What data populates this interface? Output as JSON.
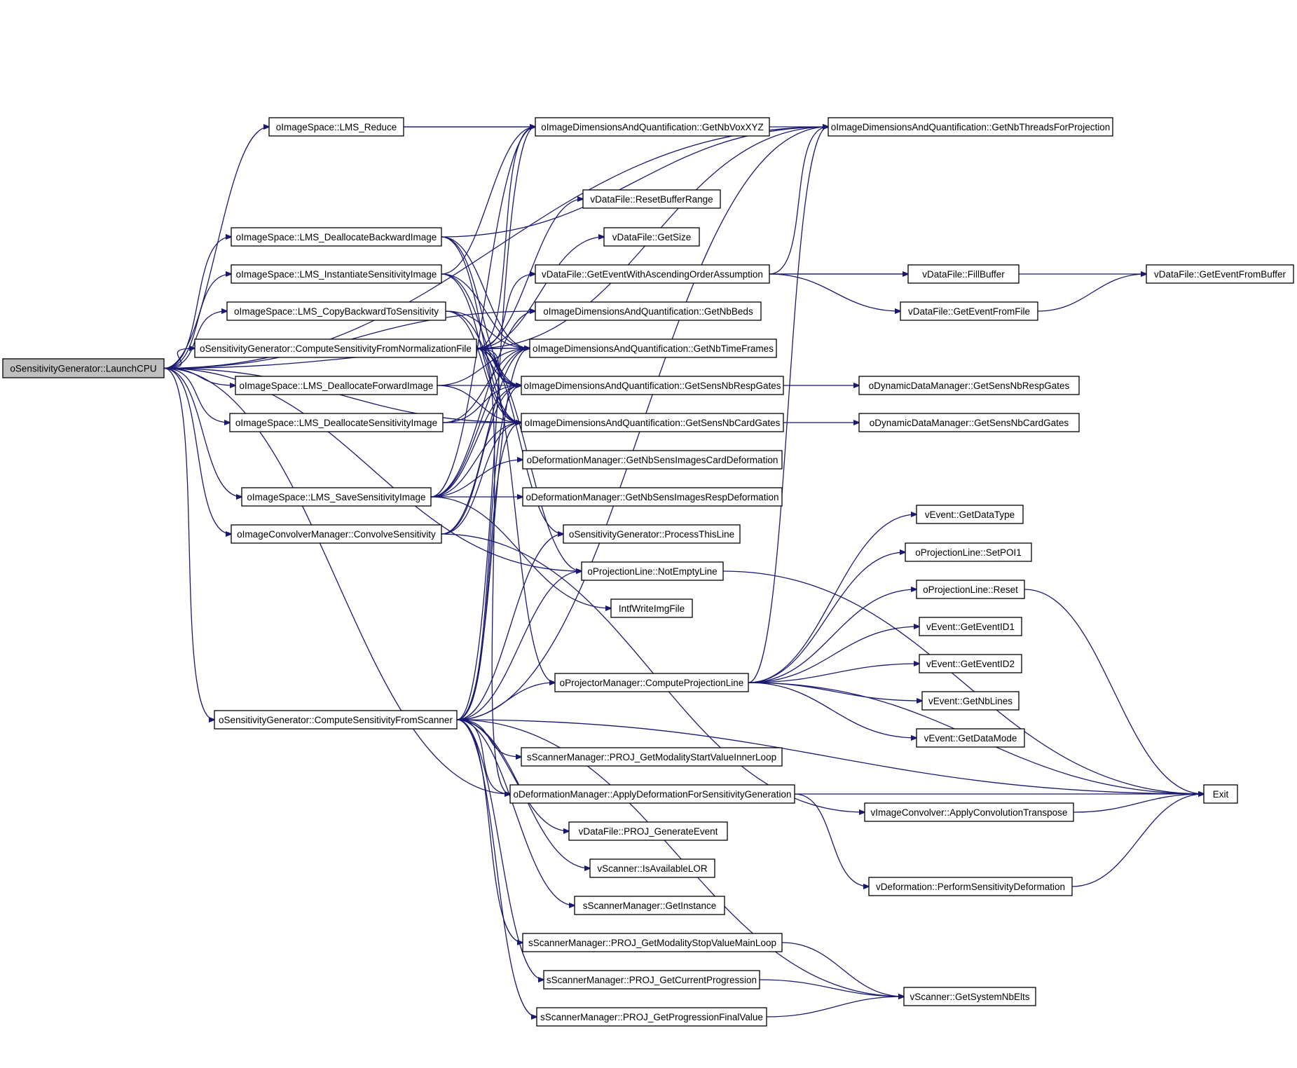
{
  "colors": {
    "edge": "#191970",
    "root_fill": "#bfbfbf",
    "node_fill": "#ffffff",
    "node_border_normal": "#000000",
    "node_border_truncated": "#ff0000"
  },
  "graph": {
    "nodes": [
      {
        "id": "n_launch",
        "label": "oSensitivityGenerator::LaunchCPU",
        "root": true
      },
      {
        "id": "n_lmsreduce",
        "label": "oImageSpace::LMS_Reduce"
      },
      {
        "id": "n_deallocback",
        "label": "oImageSpace::LMS_DeallocateBackwardImage"
      },
      {
        "id": "n_instsens",
        "label": "oImageSpace::LMS_InstantiateSensitivityImage"
      },
      {
        "id": "n_copyback",
        "label": "oImageSpace::LMS_CopyBackwardToSensitivity"
      },
      {
        "id": "n_compnorm",
        "label": "oSensitivityGenerator::ComputeSensitivityFromNormalizationFile"
      },
      {
        "id": "n_deallocfwd",
        "label": "oImageSpace::LMS_DeallocateForwardImage"
      },
      {
        "id": "n_deallocsens",
        "label": "oImageSpace::LMS_DeallocateSensitivityImage"
      },
      {
        "id": "n_savesens",
        "label": "oImageSpace::LMS_SaveSensitivityImage"
      },
      {
        "id": "n_convsens",
        "label": "oImageConvolverManager::ConvolveSensitivity"
      },
      {
        "id": "n_compscan",
        "label": "oSensitivityGenerator::ComputeSensitivityFromScanner"
      },
      {
        "id": "n_nbvox",
        "label": "oImageDimensionsAndQuantification::GetNbVoxXYZ"
      },
      {
        "id": "n_nbthreads",
        "label": "oImageDimensionsAndQuantification::GetNbThreadsForProjection"
      },
      {
        "id": "n_resetbuf",
        "label": "vDataFile::ResetBufferRange"
      },
      {
        "id": "n_getsize",
        "label": "vDataFile::GetSize"
      },
      {
        "id": "n_geteventasc",
        "label": "vDataFile::GetEventWithAscendingOrderAssumption"
      },
      {
        "id": "n_fillbuffer",
        "label": "vDataFile::FillBuffer"
      },
      {
        "id": "n_geteventfrombuf",
        "label": "vDataFile::GetEventFromBuffer"
      },
      {
        "id": "n_geteventfromfile",
        "label": "vDataFile::GetEventFromFile"
      },
      {
        "id": "n_nbbeds",
        "label": "oImageDimensionsAndQuantification::GetNbBeds"
      },
      {
        "id": "n_nbtimeframes",
        "label": "oImageDimensionsAndQuantification::GetNbTimeFrames"
      },
      {
        "id": "n_sensresp",
        "label": "oImageDimensionsAndQuantification::GetSensNbRespGates"
      },
      {
        "id": "n_dynresp",
        "label": "oDynamicDataManager::GetSensNbRespGates"
      },
      {
        "id": "n_senscard",
        "label": "oImageDimensionsAndQuantification::GetSensNbCardGates"
      },
      {
        "id": "n_dyncard",
        "label": "oDynamicDataManager::GetSensNbCardGates"
      },
      {
        "id": "n_defcard",
        "label": "oDeformationManager::GetNbSensImagesCardDeformation",
        "truncated": true
      },
      {
        "id": "n_defresp",
        "label": "oDeformationManager::GetNbSensImagesRespDeformation",
        "truncated": true
      },
      {
        "id": "n_processline",
        "label": "oSensitivityGenerator::ProcessThisLine",
        "truncated": true
      },
      {
        "id": "n_notempty",
        "label": "oProjectionLine::NotEmptyLine"
      },
      {
        "id": "n_intfwrite",
        "label": "IntfWriteImgFile",
        "truncated": true
      },
      {
        "id": "n_getdatatype",
        "label": "vEvent::GetDataType"
      },
      {
        "id": "n_setpoi1",
        "label": "oProjectionLine::SetPOI1"
      },
      {
        "id": "n_reset",
        "label": "oProjectionLine::Reset"
      },
      {
        "id": "n_eventid1",
        "label": "vEvent::GetEventID1"
      },
      {
        "id": "n_eventid2",
        "label": "vEvent::GetEventID2"
      },
      {
        "id": "n_nblines",
        "label": "vEvent::GetNbLines"
      },
      {
        "id": "n_datamode",
        "label": "vEvent::GetDataMode"
      },
      {
        "id": "n_compproj",
        "label": "oProjectorManager::ComputeProjectionLine",
        "truncated": true
      },
      {
        "id": "n_startinner",
        "label": "sScannerManager::PROJ_GetModalityStartValueInnerLoop",
        "truncated": true
      },
      {
        "id": "n_applydef",
        "label": "oDeformationManager::ApplyDeformationForSensitivityGeneration"
      },
      {
        "id": "n_exit",
        "label": "Exit"
      },
      {
        "id": "n_convtranspose",
        "label": "vImageConvolver::ApplyConvolutionTranspose",
        "truncated": true
      },
      {
        "id": "n_genevent",
        "label": "vDataFile::PROJ_GenerateEvent",
        "truncated": true
      },
      {
        "id": "n_isavail",
        "label": "vScanner::IsAvailableLOR"
      },
      {
        "id": "n_perfdef",
        "label": "vDeformation::PerformSensitivityDeformation",
        "truncated": true
      },
      {
        "id": "n_getinstance",
        "label": "sScannerManager::GetInstance",
        "truncated": true
      },
      {
        "id": "n_stopmain",
        "label": "sScannerManager::PROJ_GetModalityStopValueMainLoop",
        "truncated": true
      },
      {
        "id": "n_curprog",
        "label": "sScannerManager::PROJ_GetCurrentProgression",
        "truncated": true
      },
      {
        "id": "n_systemnb",
        "label": "vScanner::GetSystemNbElts"
      },
      {
        "id": "n_progfinal",
        "label": "sScannerManager::PROJ_GetProgressionFinalValue",
        "truncated": true
      }
    ],
    "edges": [
      [
        "n_launch",
        "n_nbthreads"
      ],
      [
        "n_launch",
        "n_lmsreduce"
      ],
      [
        "n_launch",
        "n_nbtimeframes"
      ],
      [
        "n_launch",
        "n_nbbeds"
      ],
      [
        "n_launch",
        "n_deallocback"
      ],
      [
        "n_launch",
        "n_instsens"
      ],
      [
        "n_launch",
        "n_copyback"
      ],
      [
        "n_launch",
        "n_compnorm"
      ],
      [
        "n_launch",
        "n_deallocfwd"
      ],
      [
        "n_launch",
        "n_deallocsens"
      ],
      [
        "n_launch",
        "n_savesens"
      ],
      [
        "n_launch",
        "n_convsens"
      ],
      [
        "n_launch",
        "n_compscan"
      ],
      [
        "n_launch",
        "n_applydef"
      ],
      [
        "n_launch",
        "n_senscard"
      ],
      [
        "n_launch",
        "n_notempty"
      ],
      [
        "n_lmsreduce",
        "n_nbthreads"
      ],
      [
        "n_lmsreduce",
        "n_nbvox"
      ],
      [
        "n_deallocback",
        "n_nbthreads"
      ],
      [
        "n_deallocback",
        "n_nbtimeframes"
      ],
      [
        "n_deallocback",
        "n_sensresp"
      ],
      [
        "n_deallocback",
        "n_senscard"
      ],
      [
        "n_instsens",
        "n_nbvox"
      ],
      [
        "n_instsens",
        "n_nbtimeframes"
      ],
      [
        "n_instsens",
        "n_sensresp"
      ],
      [
        "n_instsens",
        "n_senscard"
      ],
      [
        "n_copyback",
        "n_nbtimeframes"
      ],
      [
        "n_copyback",
        "n_sensresp"
      ],
      [
        "n_copyback",
        "n_senscard"
      ],
      [
        "n_compnorm",
        "n_nbvox"
      ],
      [
        "n_compnorm",
        "n_nbthreads"
      ],
      [
        "n_compnorm",
        "n_resetbuf"
      ],
      [
        "n_compnorm",
        "n_getsize"
      ],
      [
        "n_compnorm",
        "n_geteventasc"
      ],
      [
        "n_compnorm",
        "n_nbtimeframes"
      ],
      [
        "n_compnorm",
        "n_sensresp"
      ],
      [
        "n_compnorm",
        "n_senscard"
      ],
      [
        "n_compnorm",
        "n_processline"
      ],
      [
        "n_compnorm",
        "n_notempty"
      ],
      [
        "n_compnorm",
        "n_compproj"
      ],
      [
        "n_compnorm",
        "n_applydef"
      ],
      [
        "n_deallocfwd",
        "n_nbtimeframes"
      ],
      [
        "n_deallocfwd",
        "n_sensresp"
      ],
      [
        "n_deallocfwd",
        "n_senscard"
      ],
      [
        "n_deallocsens",
        "n_nbtimeframes"
      ],
      [
        "n_deallocsens",
        "n_sensresp"
      ],
      [
        "n_deallocsens",
        "n_senscard"
      ],
      [
        "n_savesens",
        "n_nbvox"
      ],
      [
        "n_savesens",
        "n_nbbeds"
      ],
      [
        "n_savesens",
        "n_nbtimeframes"
      ],
      [
        "n_savesens",
        "n_sensresp"
      ],
      [
        "n_savesens",
        "n_senscard"
      ],
      [
        "n_savesens",
        "n_defcard"
      ],
      [
        "n_savesens",
        "n_defresp"
      ],
      [
        "n_savesens",
        "n_intfwrite"
      ],
      [
        "n_convsens",
        "n_nbtimeframes"
      ],
      [
        "n_convsens",
        "n_sensresp"
      ],
      [
        "n_convsens",
        "n_senscard"
      ],
      [
        "n_convsens",
        "n_convtranspose"
      ],
      [
        "n_compscan",
        "n_nbvox"
      ],
      [
        "n_compscan",
        "n_nbthreads"
      ],
      [
        "n_compscan",
        "n_nbtimeframes"
      ],
      [
        "n_compscan",
        "n_sensresp"
      ],
      [
        "n_compscan",
        "n_senscard"
      ],
      [
        "n_compscan",
        "n_processline"
      ],
      [
        "n_compscan",
        "n_notempty"
      ],
      [
        "n_compscan",
        "n_compproj"
      ],
      [
        "n_compscan",
        "n_startinner"
      ],
      [
        "n_compscan",
        "n_applydef"
      ],
      [
        "n_compscan",
        "n_genevent"
      ],
      [
        "n_compscan",
        "n_isavail"
      ],
      [
        "n_compscan",
        "n_getinstance"
      ],
      [
        "n_compscan",
        "n_stopmain"
      ],
      [
        "n_compscan",
        "n_curprog"
      ],
      [
        "n_compscan",
        "n_progfinal"
      ],
      [
        "n_compscan",
        "n_systemnb"
      ],
      [
        "n_compscan",
        "n_exit"
      ],
      [
        "n_geteventasc",
        "n_nbthreads"
      ],
      [
        "n_geteventasc",
        "n_fillbuffer"
      ],
      [
        "n_geteventasc",
        "n_geteventfromfile"
      ],
      [
        "n_geteventasc",
        "n_geteventfrombuf"
      ],
      [
        "n_geteventfromfile",
        "n_geteventfrombuf"
      ],
      [
        "n_sensresp",
        "n_dynresp"
      ],
      [
        "n_senscard",
        "n_dyncard"
      ],
      [
        "n_notempty",
        "n_exit"
      ],
      [
        "n_compproj",
        "n_nbthreads"
      ],
      [
        "n_compproj",
        "n_getdatatype"
      ],
      [
        "n_compproj",
        "n_setpoi1"
      ],
      [
        "n_compproj",
        "n_reset"
      ],
      [
        "n_compproj",
        "n_eventid1"
      ],
      [
        "n_compproj",
        "n_eventid2"
      ],
      [
        "n_compproj",
        "n_nblines"
      ],
      [
        "n_compproj",
        "n_datamode"
      ],
      [
        "n_compproj",
        "n_exit"
      ],
      [
        "n_reset",
        "n_exit"
      ],
      [
        "n_applydef",
        "n_exit"
      ],
      [
        "n_applydef",
        "n_perfdef"
      ],
      [
        "n_convtranspose",
        "n_exit"
      ],
      [
        "n_perfdef",
        "n_exit"
      ],
      [
        "n_stopmain",
        "n_systemnb"
      ],
      [
        "n_curprog",
        "n_systemnb"
      ],
      [
        "n_progfinal",
        "n_systemnb"
      ]
    ]
  }
}
